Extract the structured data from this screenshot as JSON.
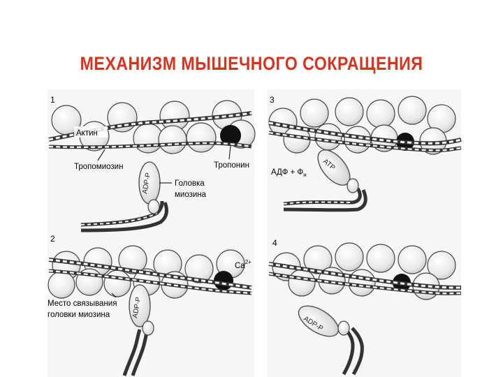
{
  "title": "МЕХАНИЗМ МЫШЕЧНОГО СОКРАЩЕНИЯ",
  "title_color": "#d9321f",
  "panels": [
    {
      "number": "1",
      "labels": {
        "actin": "Актин",
        "tropomyosin": "Тропомиозин",
        "troponin": "Тропонин",
        "myosin_head_1": "Головка",
        "myosin_head_2": "миозина",
        "head_text": "ADP-P"
      }
    },
    {
      "number": "2",
      "labels": {
        "calcium": "Ca",
        "calcium_sup": "2+",
        "binding_1": "Место связывания",
        "binding_2": "головки миозина",
        "head_text": "ADP-P"
      }
    },
    {
      "number": "3",
      "labels": {
        "products": "АДФ + Ф",
        "products_sub": "н",
        "head_text": "ATP"
      }
    },
    {
      "number": "4",
      "labels": {
        "head_text": "ADP-P"
      }
    }
  ]
}
